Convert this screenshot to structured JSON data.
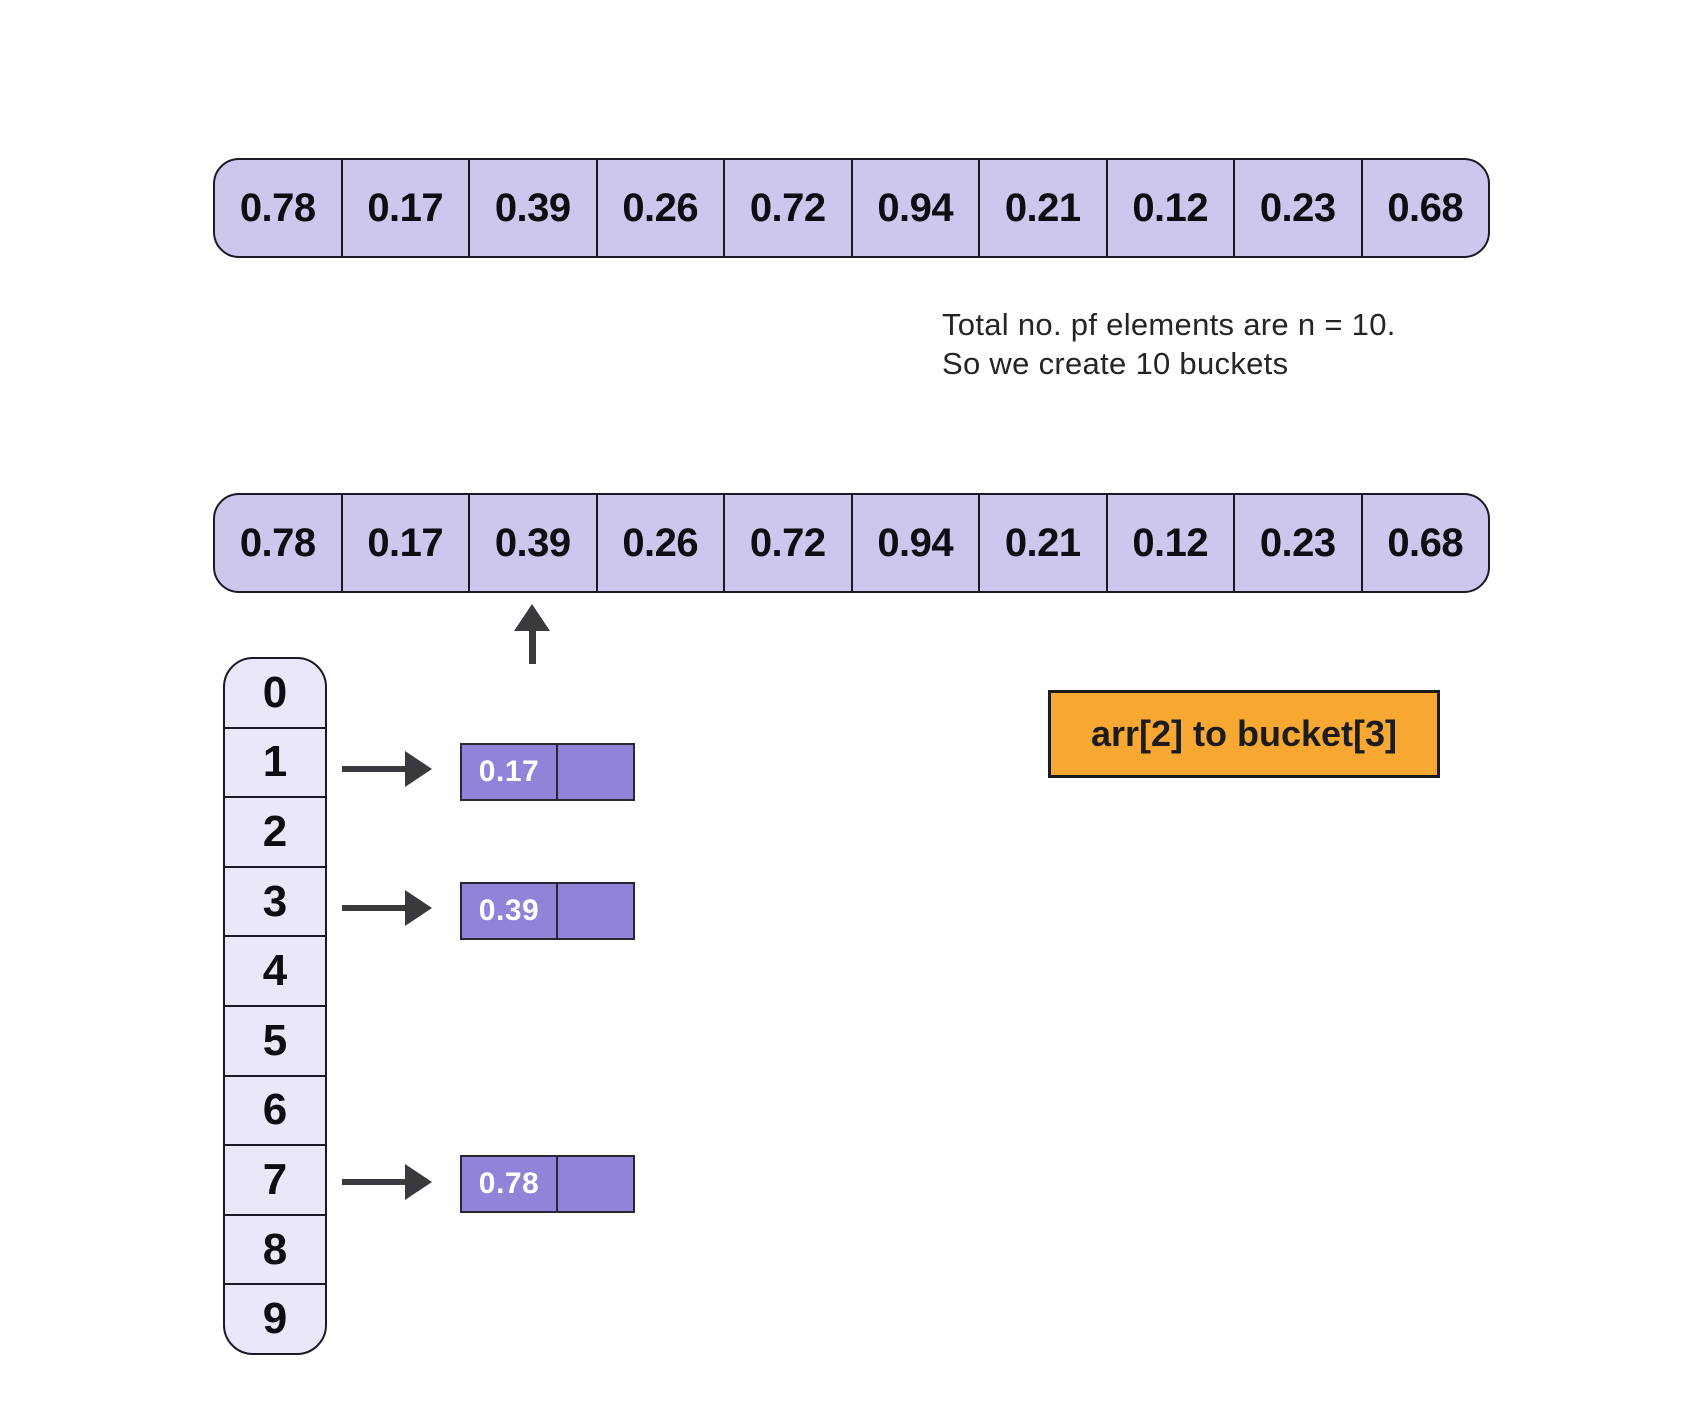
{
  "colors": {
    "array_cell_fill": "#cdc7ed",
    "bucket_cell_fill": "#eae8f8",
    "node_fill": "#9184d8",
    "node_text": "#ffffff",
    "callout_fill": "#f7a833",
    "border": "#1b1926",
    "arrow": "#3a3a3e"
  },
  "array_top": {
    "values": [
      "0.78",
      "0.17",
      "0.39",
      "0.26",
      "0.72",
      "0.94",
      "0.21",
      "0.12",
      "0.23",
      "0.68"
    ]
  },
  "array_bottom": {
    "values": [
      "0.78",
      "0.17",
      "0.39",
      "0.26",
      "0.72",
      "0.94",
      "0.21",
      "0.12",
      "0.23",
      "0.68"
    ]
  },
  "note": {
    "line1": "Total no. pf elements are n = 10.",
    "line2": "So we create 10 buckets"
  },
  "buckets": {
    "indices": [
      "0",
      "1",
      "2",
      "3",
      "4",
      "5",
      "6",
      "7",
      "8",
      "9"
    ]
  },
  "bucket_nodes": [
    {
      "bucket": "1",
      "value": "0.17"
    },
    {
      "bucket": "3",
      "value": "0.39"
    },
    {
      "bucket": "7",
      "value": "0.78"
    }
  ],
  "annotation": {
    "label": "arr[2] to bucket[3]"
  }
}
